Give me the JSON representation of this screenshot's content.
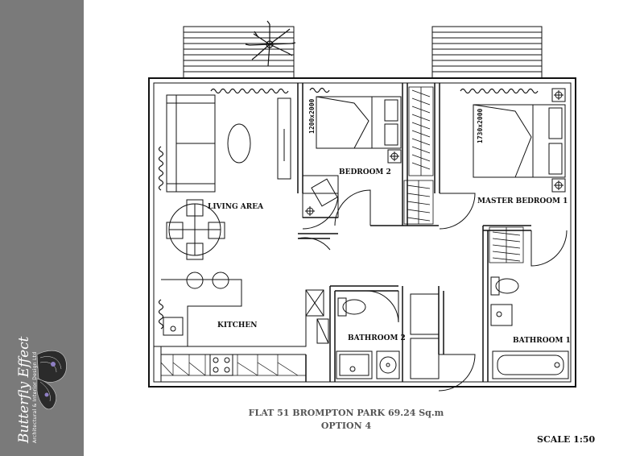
{
  "brand": {
    "name": "Butterfly Effect",
    "subtitle": "Architectural & Interior Design Ltd"
  },
  "rooms": {
    "living_area": "LIVING AREA",
    "kitchen": "KITCHEN",
    "bedroom_2": "BEDROOM 2",
    "master_bedroom_1": "MASTER BEDROOM 1",
    "bathroom_2": "BATHROOM 2",
    "bathroom_1": "BATHROOM 1"
  },
  "bed_dimensions": {
    "bedroom_2": "1200x2000",
    "master_bedroom_1": "1730x2000"
  },
  "title": {
    "line1": "FLAT 51 BROMPTON PARK  69.24 Sq.m",
    "line2": "OPTION 4"
  },
  "scale": "SCALE 1:50",
  "colors": {
    "sidebar": "#7a7a7a",
    "title_text": "#555555",
    "line": "#111111"
  }
}
